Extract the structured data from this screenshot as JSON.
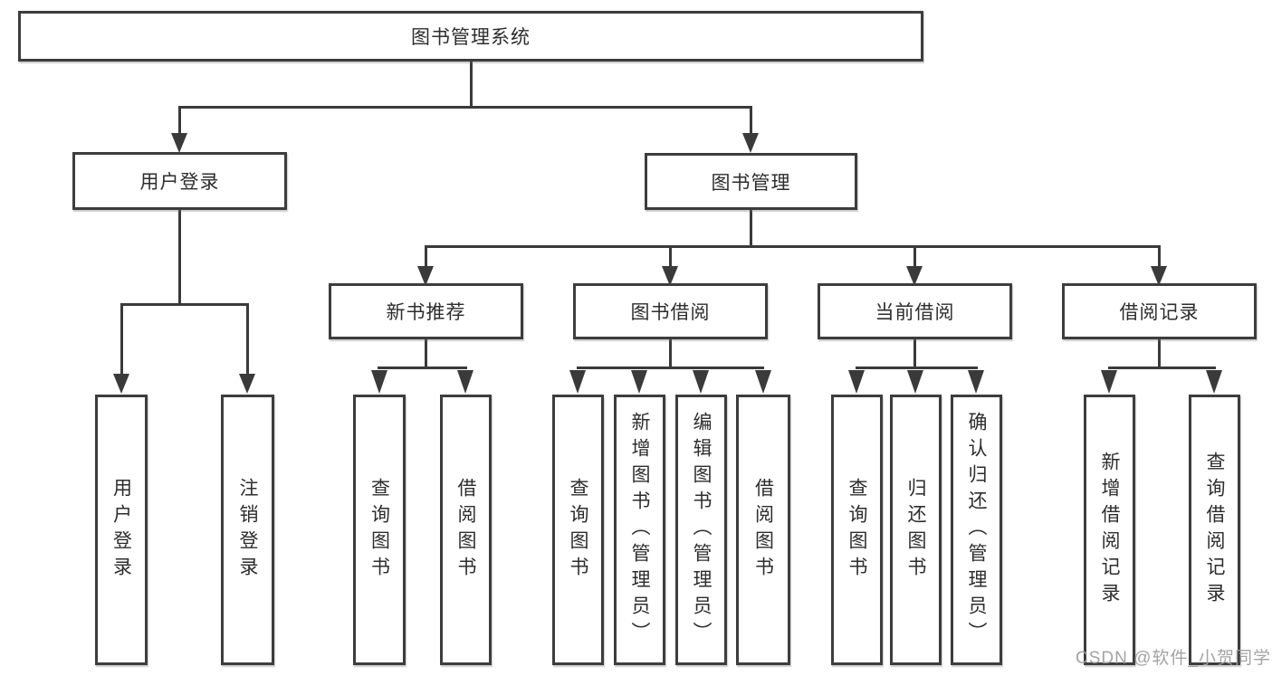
{
  "diagram": {
    "root": "图书管理系统",
    "branches": {
      "user_login": "用户登录",
      "book_management": "图书管理"
    },
    "modules": {
      "new_books": "新书推荐",
      "book_borrowing": "图书借阅",
      "current_borrowing": "当前借阅",
      "borrowing_records": "借阅记录"
    },
    "functions": {
      "user_login": "用户登录",
      "logout": "注销登录",
      "nb_search_books": "查询图书",
      "nb_borrow_books": "借阅图书",
      "bb_search_books": "查询图书",
      "bb_add_books": "新增图书（管理员）",
      "bb_edit_books": "编辑图书（管理员）",
      "bb_borrow_books": "借阅图书",
      "cb_search_books": "查询图书",
      "cb_return_books": "归还图书",
      "cb_confirm_return": "确认归还（管理员）",
      "br_add_record": "新增借阅记录",
      "br_search_record": "查询借阅记录"
    }
  },
  "watermark": "CSDN @软件_小贺同学",
  "colors": {
    "line": "#3a3a3a",
    "box_border": "#3d3d3d",
    "text": "#2d2d2d",
    "watermark": "#9e9e9e",
    "background": "#ffffff"
  }
}
